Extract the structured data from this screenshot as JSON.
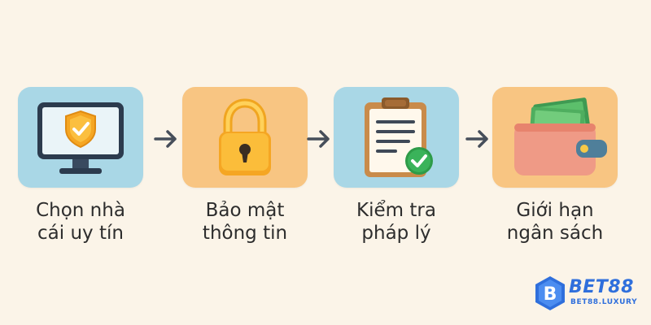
{
  "steps": [
    {
      "line1": "Chọn nhà",
      "line2": "cái uy tín",
      "icon": "monitor-shield-icon",
      "bg": "#a9d7e6"
    },
    {
      "line1": "Bảo mật",
      "line2": "thông tin",
      "icon": "padlock-icon",
      "bg": "#f8c582"
    },
    {
      "line1": "Kiểm tra",
      "line2": "pháp lý",
      "icon": "clipboard-check-icon",
      "bg": "#a9d7e6"
    },
    {
      "line1": "Giới hạn",
      "line2": "ngân sách",
      "icon": "wallet-icon",
      "bg": "#f8c582"
    }
  ],
  "logo": {
    "brand": "BET88",
    "site": "BET88.LUXURY",
    "color": "#2f6fdc"
  },
  "colors": {
    "background": "#fbf4e8",
    "arrow": "#464e5a",
    "text": "#2d2d2d"
  }
}
